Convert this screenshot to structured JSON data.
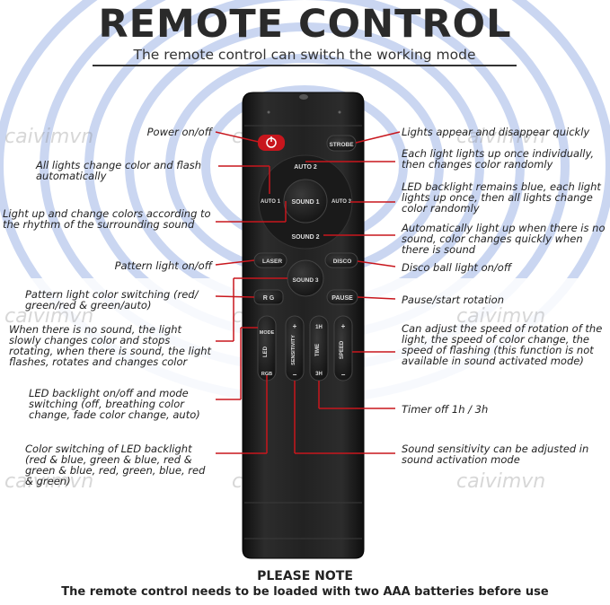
{
  "header": {
    "title": "REMOTE CONTROL",
    "subtitle": "The remote control can switch the working mode"
  },
  "watermark": "caivimvn",
  "remote_buttons": {
    "strobe": "STROBE",
    "auto2": "AUTO 2",
    "auto1": "AUTO 1",
    "auto3": "AUTO 3",
    "sound1": "SOUND 1",
    "sound2": "SOUND 2",
    "laser": "LASER",
    "disco": "DISCO",
    "sound3": "SOUND 3",
    "rg": "R G",
    "pause": "PAUSE",
    "mode": "MODE",
    "led": "LED",
    "rgb": "RGB",
    "sensitivity_plus": "+",
    "sensitivity": "SENSITIVITY",
    "sensitivity_minus": "−",
    "time_1h": "1H",
    "time": "TIME",
    "time_3h": "3H",
    "speed_plus": "+",
    "speed": "SPEED",
    "speed_minus": "−"
  },
  "labels_left": {
    "power": "Power on/off",
    "all_lights": "All lights change color and flash automatically",
    "light_up": "Light up and change colors according to the rhythm of the surrounding sound",
    "pattern_on": "Pattern light on/off",
    "pattern_color": "Pattern light color switching (red/ green/red & green/auto)",
    "no_sound": "When there is no sound, the light slowly changes color and stops rotating, when there is sound, the light flashes, rotates and changes color",
    "led_backlight": "LED backlight on/off and mode switching (off, breathing color change, fade color change, auto)",
    "color_switching": "Color switching of LED backlight (red & blue, green & blue, red & green & blue, red, green, blue, red & green)"
  },
  "labels_right": {
    "strobe": "Lights appear and disappear quickly",
    "each_light": "Each light lights up once individually, then changes color randomly",
    "led_blue": "LED backlight remains blue, each light lights up once, then all lights change color randomly",
    "auto_no_sound": "Automatically light up when there is no sound, color changes quickly when there is sound",
    "disco": "Disco ball light on/off",
    "pause": "Pause/start rotation",
    "speed": "Can adjust the speed of rotation of the light, the speed of color change, the speed of flashing (this function is not available in sound activated mode)",
    "timer": "Timer off 1h / 3h",
    "sensitivity": "Sound sensitivity can be adjusted in sound activation mode"
  },
  "footer": {
    "note_title": "PLEASE NOTE",
    "note_text": "The remote control needs to be loaded with two AAA batteries before use"
  },
  "colors": {
    "accent_red": "#c8161d",
    "ring_blue": "#9fb6e6",
    "remote_body": "#1e1e1e"
  }
}
